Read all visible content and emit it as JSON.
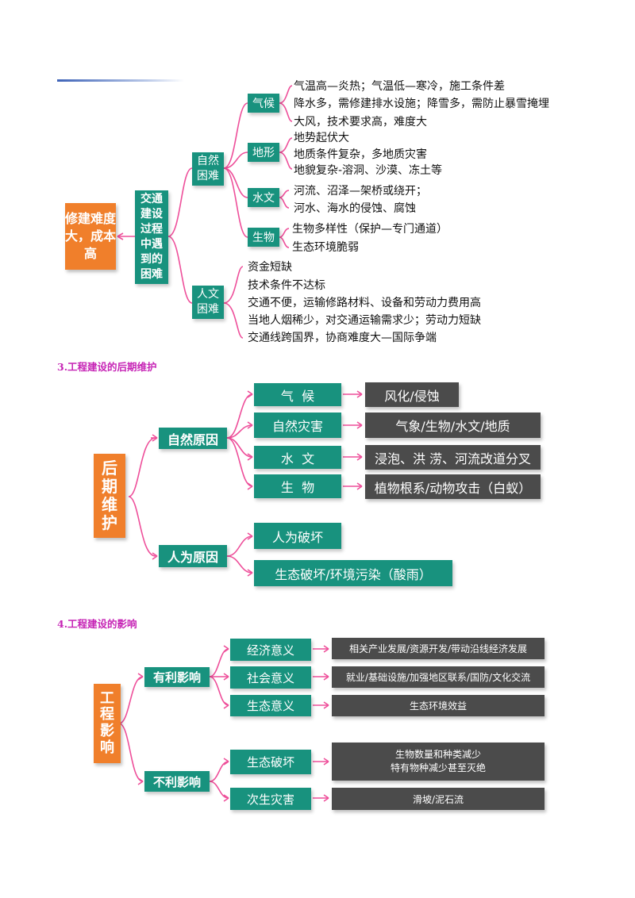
{
  "section1": {
    "root": "修建难度大，成本高",
    "center": "交通建设过程中遇到的困难",
    "natural": {
      "label": "自然困难",
      "climate": {
        "label": "气候",
        "lines": [
          "气温高—炎热；气温低—寒冷，施工条件差",
          "降水多，需修建排水设施；降雪多，需防止暴雪掩埋",
          "大风，技术要求高，难度大"
        ]
      },
      "terrain": {
        "label": "地形",
        "lines": [
          "地势起伏大",
          "地质条件复杂，多地质灾害",
          "地貌复杂-溶洞、沙漠、冻土等"
        ]
      },
      "hydro": {
        "label": "水文",
        "lines": [
          "河流、沼泽—架桥或绕开；",
          "河水、海水的侵蚀、腐蚀"
        ]
      },
      "bio": {
        "label": "生物",
        "lines": [
          "生物多样性（保护—专门通道）",
          "生态环境脆弱"
        ]
      }
    },
    "human": {
      "label": "人文困难",
      "lines": [
        "资金短缺",
        "技术条件不达标",
        "交通不便，运输修路材料、设备和劳动力费用高",
        "当地人烟稀少，对交通运输需求少；劳动力短缺",
        "交通线跨国界，协商难度大—国际争端"
      ]
    }
  },
  "section3": {
    "title": "3.工程建设的后期维护",
    "root": "后期维护",
    "natural": {
      "label": "自然原因",
      "items": [
        {
          "label": "气  候",
          "desc": "风化/侵蚀"
        },
        {
          "label": "自然灾害",
          "desc": "气象/生物/水文/地质"
        },
        {
          "label": "水  文",
          "desc": "浸泡、洪 涝、河流改道分叉"
        },
        {
          "label": "生  物",
          "desc": "植物根系/动物攻击（白蚁）"
        }
      ]
    },
    "human": {
      "label": "人为原因",
      "items": [
        "人为破坏",
        "生态破坏/环境污染（酸雨）"
      ]
    }
  },
  "section4": {
    "title": "4.工程建设的影响",
    "root": "工程影响",
    "positive": {
      "label": "有利影响",
      "items": [
        {
          "label": "经济意义",
          "desc": "相关产业发展/资源开发/带动沿线经济发展"
        },
        {
          "label": "社会意义",
          "desc": "就业/基础设施/加强地区联系/国防/文化交流"
        },
        {
          "label": "生态意义",
          "desc": "生态环境效益"
        }
      ]
    },
    "negative": {
      "label": "不利影响",
      "items": [
        {
          "label": "生态破坏",
          "desc1": "生物数量和种类减少",
          "desc2": "特有物种减少甚至灭绝"
        },
        {
          "label": "次生灾害",
          "desc1": "滑坡/泥石流",
          "desc2": ""
        }
      ]
    }
  }
}
